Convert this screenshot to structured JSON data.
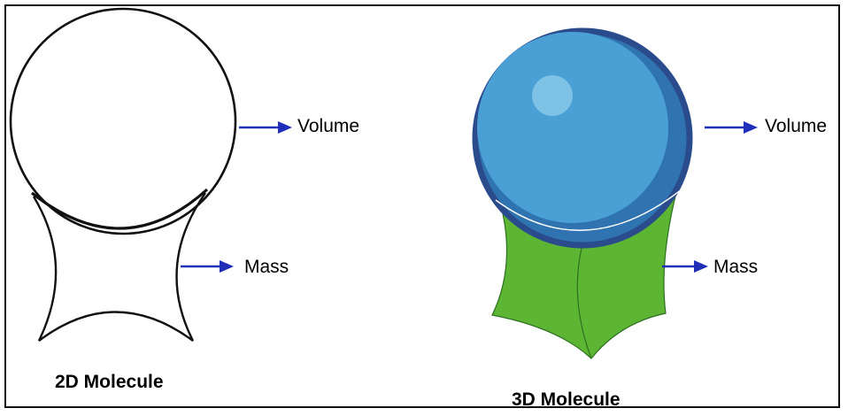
{
  "left_figure": {
    "title": "2D Molecule",
    "volume_label": "Volume",
    "mass_label": "Mass"
  },
  "right_figure": {
    "title": "3D Molecule",
    "volume_label": "Volume",
    "mass_label": "Mass"
  },
  "colors": {
    "arrow": "#1f2fb8",
    "sphere_fill": "#4a9fd4",
    "sphere_shade": "#2f74b0",
    "sphere_outline": "#2b4c8c",
    "sphere_highlight": "#7dc3e6",
    "body_fill": "#5cb533",
    "body_outline": "#2f6f22"
  }
}
